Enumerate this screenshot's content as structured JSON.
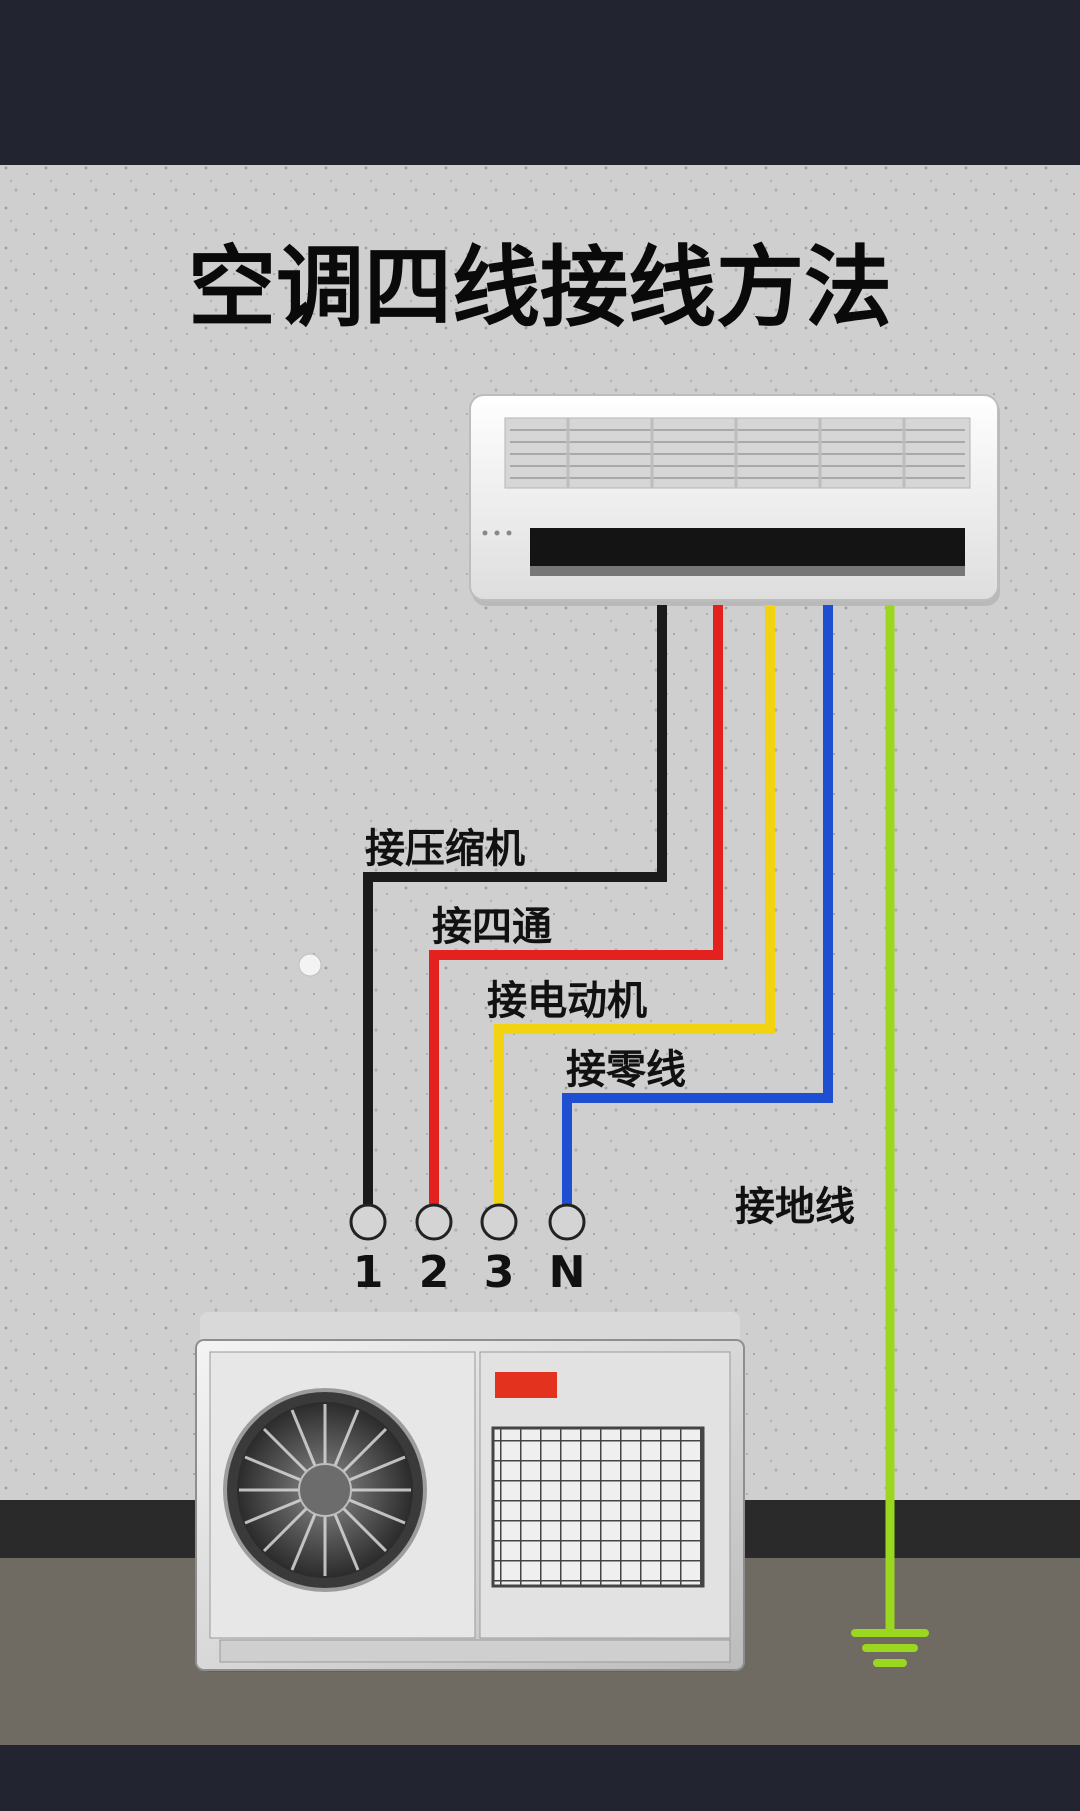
{
  "title": "空调四线接线方法",
  "colors": {
    "frame": "#22252f",
    "wall": "#cfcfcf",
    "floor": "#6f6a62",
    "black_wire": "#1a1a1a",
    "red_wire": "#e3221f",
    "yellow_wire": "#f2d311",
    "blue_wire": "#1f4fd1",
    "green_wire": "#9bd71e",
    "unit_red_tag": "#e3331f"
  },
  "wires": [
    {
      "label": "接压缩机",
      "color": "black",
      "terminal": "1"
    },
    {
      "label": "接四通",
      "color": "red",
      "terminal": "2"
    },
    {
      "label": "接电动机",
      "color": "yellow",
      "terminal": "3"
    },
    {
      "label": "接零线",
      "color": "blue",
      "terminal": "N"
    },
    {
      "label": "接地线",
      "color": "green",
      "terminal": ""
    }
  ],
  "terminals": [
    "1",
    "2",
    "3",
    "N"
  ],
  "icons": {
    "indoor_unit": "wall-mounted-ac-icon",
    "outdoor_unit": "outdoor-condenser-icon",
    "ground": "ground-symbol-icon"
  }
}
